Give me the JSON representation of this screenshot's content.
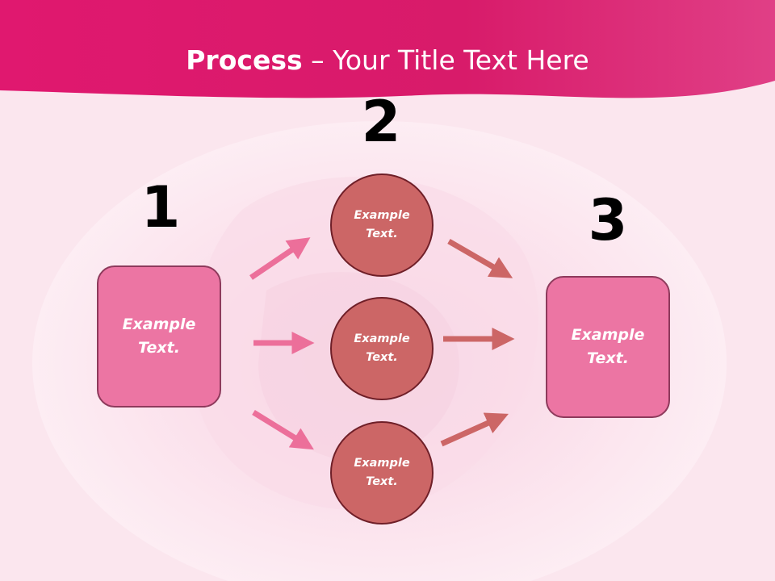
{
  "title": {
    "bold": "Process",
    "rest": " – Your Title Text Here"
  },
  "steps": [
    {
      "number": "1",
      "text": "Example\nText."
    },
    {
      "number": "2",
      "items": [
        "Example\nText.",
        "Example\nText.",
        "Example\nText."
      ]
    },
    {
      "number": "3",
      "text": "Example\nText."
    }
  ],
  "colors": {
    "header": "#e0186f",
    "box_fill": "#ec75a3",
    "circle_fill": "#cc6666",
    "arrow_pink": "#ec6f9a",
    "arrow_rose": "#cc6666"
  }
}
